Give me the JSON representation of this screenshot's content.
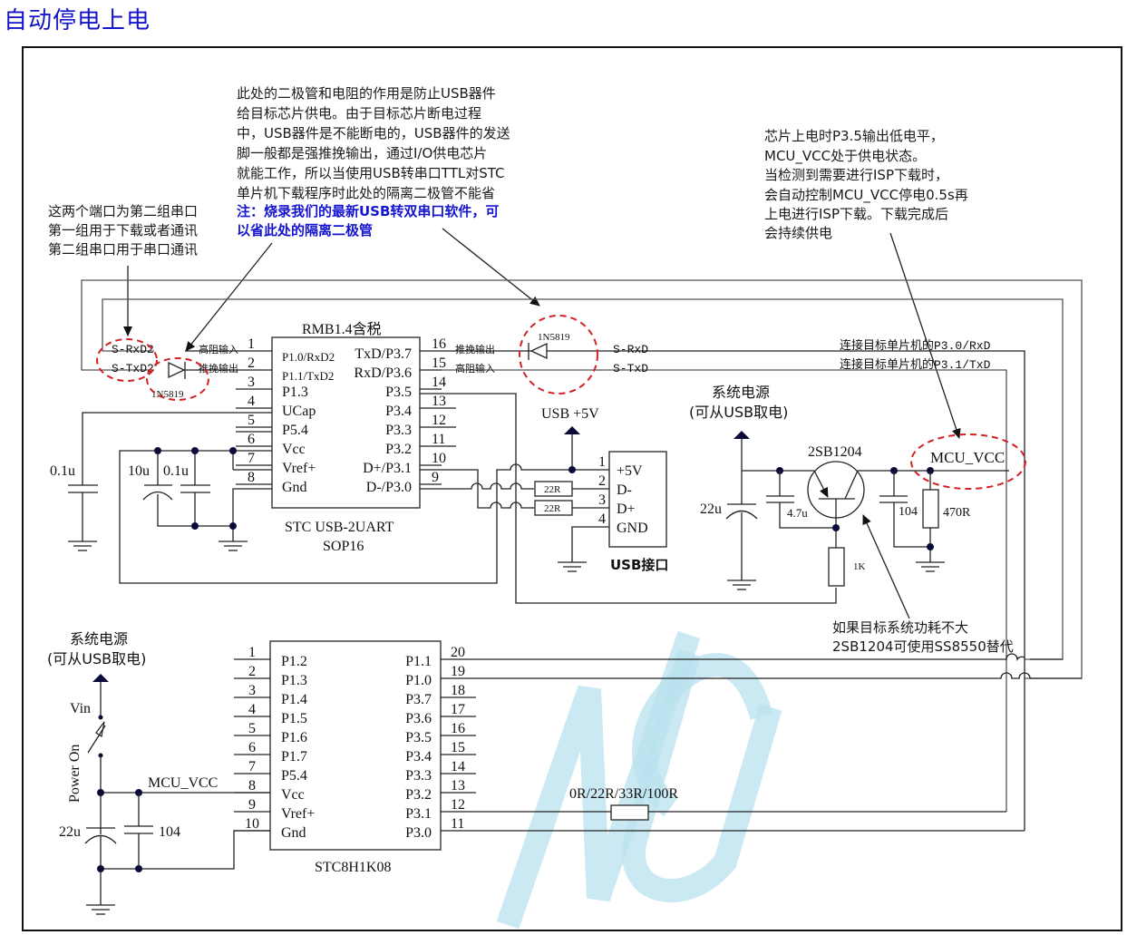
{
  "title": "自动停电上电",
  "notes": {
    "diode_note": [
      "此处的二极管和电阻的作用是防止USB器件",
      "给目标芯片供电。由于目标芯片断电过程",
      "中，USB器件是不能断电的，USB器件的发送",
      "脚一般都是强推挽输出，通过I/O供电芯片",
      "就能工作，所以当使用USB转串口TTL对STC",
      "单片机下载程序时此处的隔离二极管不能省"
    ],
    "diode_note_blue": [
      "注：烧录我们的最新USB转双串口软件，可",
      "以省此处的隔离二极管"
    ],
    "port_note": [
      "这两个端口为第二组串口",
      "第一组用于下载或者通讯",
      "第二组串口用于串口通讯"
    ],
    "power_note": [
      "芯片上电时P3.5输出低电平，",
      "MCU_VCC处于供电状态。",
      "当检测到需要进行ISP下载时，",
      "会自动控制MCU_VCC停电0.5s再",
      "上电进行ISP下载。下载完成后",
      "会持续供电"
    ],
    "transistor_note": [
      "如果目标系统功耗不大",
      "2SB1204可使用SS8550替代"
    ]
  },
  "usb_chip": {
    "price": "RMB1.4含税",
    "name": "STC USB-2UART",
    "package": "SOP16",
    "left_pins": [
      {
        "num": "1",
        "name": "P1.0/RxD2"
      },
      {
        "num": "2",
        "name": "P1.1/TxD2"
      },
      {
        "num": "3",
        "name": "P1.3"
      },
      {
        "num": "4",
        "name": "UCap"
      },
      {
        "num": "5",
        "name": "P5.4"
      },
      {
        "num": "6",
        "name": "Vcc"
      },
      {
        "num": "7",
        "name": "Vref+"
      },
      {
        "num": "8",
        "name": "Gnd"
      }
    ],
    "right_pins": [
      {
        "num": "16",
        "name": "TxD/P3.7"
      },
      {
        "num": "15",
        "name": "RxD/P3.6"
      },
      {
        "num": "14",
        "name": "P3.5"
      },
      {
        "num": "13",
        "name": "P3.4"
      },
      {
        "num": "12",
        "name": "P3.3"
      },
      {
        "num": "11",
        "name": "P3.2"
      },
      {
        "num": "10",
        "name": "D+/P3.1"
      },
      {
        "num": "9",
        "name": "D-/P3.0"
      }
    ],
    "pin1_mode": "高阻输入",
    "pin2_mode": "推挽输出",
    "pin16_mode": "推挽输出",
    "pin15_mode": "高阻输入"
  },
  "net_labels": {
    "s_rxd2": "S-RxD2",
    "s_txd2": "S-TxD2",
    "s_rxd": "S-RxD",
    "s_txd": "S-TxD",
    "target_rxd": "连接目标单片机的P3.0/RxD",
    "target_txd": "连接目标单片机的P3.1/TxD",
    "mcu_vcc": "MCU_VCC",
    "mcu_vcc2": "MCU_VCC"
  },
  "components": {
    "diode1": "1N5819",
    "diode2": "1N5819",
    "cap_ucap": "0.1u",
    "cap_10u": "10u",
    "cap_01u": "0.1u",
    "res_22r_a": "22R",
    "res_22r_b": "22R",
    "cap_22u": "22u",
    "cap_47u": "4.7u",
    "transistor": "2SB1204",
    "cap_104": "104",
    "res_470r": "470R",
    "res_1k": "1K",
    "cap_22u_b": "22u",
    "cap_104_b": "104",
    "res_series": "0R/22R/33R/100R"
  },
  "usb_connector": {
    "title": "USB +5V",
    "name": "USB接口",
    "pins": [
      {
        "num": "1",
        "name": "+5V"
      },
      {
        "num": "2",
        "name": "D-"
      },
      {
        "num": "3",
        "name": "D+"
      },
      {
        "num": "4",
        "name": "GND"
      }
    ]
  },
  "system_power": {
    "line1": "系统电源",
    "line2": "(可从USB取电)"
  },
  "system_power_b": {
    "line1": "系统电源",
    "line2": "(可从USB取电)"
  },
  "switch": {
    "vin": "Vin",
    "label": "Power On"
  },
  "target_chip": {
    "name": "STC8H1K08",
    "left_pins": [
      {
        "num": "1",
        "name": "P1.2"
      },
      {
        "num": "2",
        "name": "P1.3"
      },
      {
        "num": "3",
        "name": "P1.4"
      },
      {
        "num": "4",
        "name": "P1.5"
      },
      {
        "num": "5",
        "name": "P1.6"
      },
      {
        "num": "6",
        "name": "P1.7"
      },
      {
        "num": "7",
        "name": "P5.4"
      },
      {
        "num": "8",
        "name": "Vcc"
      },
      {
        "num": "9",
        "name": "Vref+"
      },
      {
        "num": "10",
        "name": "Gnd"
      }
    ],
    "right_pins": [
      {
        "num": "20",
        "name": "P1.1"
      },
      {
        "num": "19",
        "name": "P1.0"
      },
      {
        "num": "18",
        "name": "P3.7"
      },
      {
        "num": "17",
        "name": "P3.6"
      },
      {
        "num": "16",
        "name": "P3.5"
      },
      {
        "num": "15",
        "name": "P3.4"
      },
      {
        "num": "14",
        "name": "P3.3"
      },
      {
        "num": "13",
        "name": "P3.2"
      },
      {
        "num": "12",
        "name": "P3.1"
      },
      {
        "num": "11",
        "name": "P3.0"
      }
    ]
  },
  "colors": {
    "title": "#1414c8",
    "highlight_circle": "#d42020",
    "watermark": "#b9e2ef"
  }
}
